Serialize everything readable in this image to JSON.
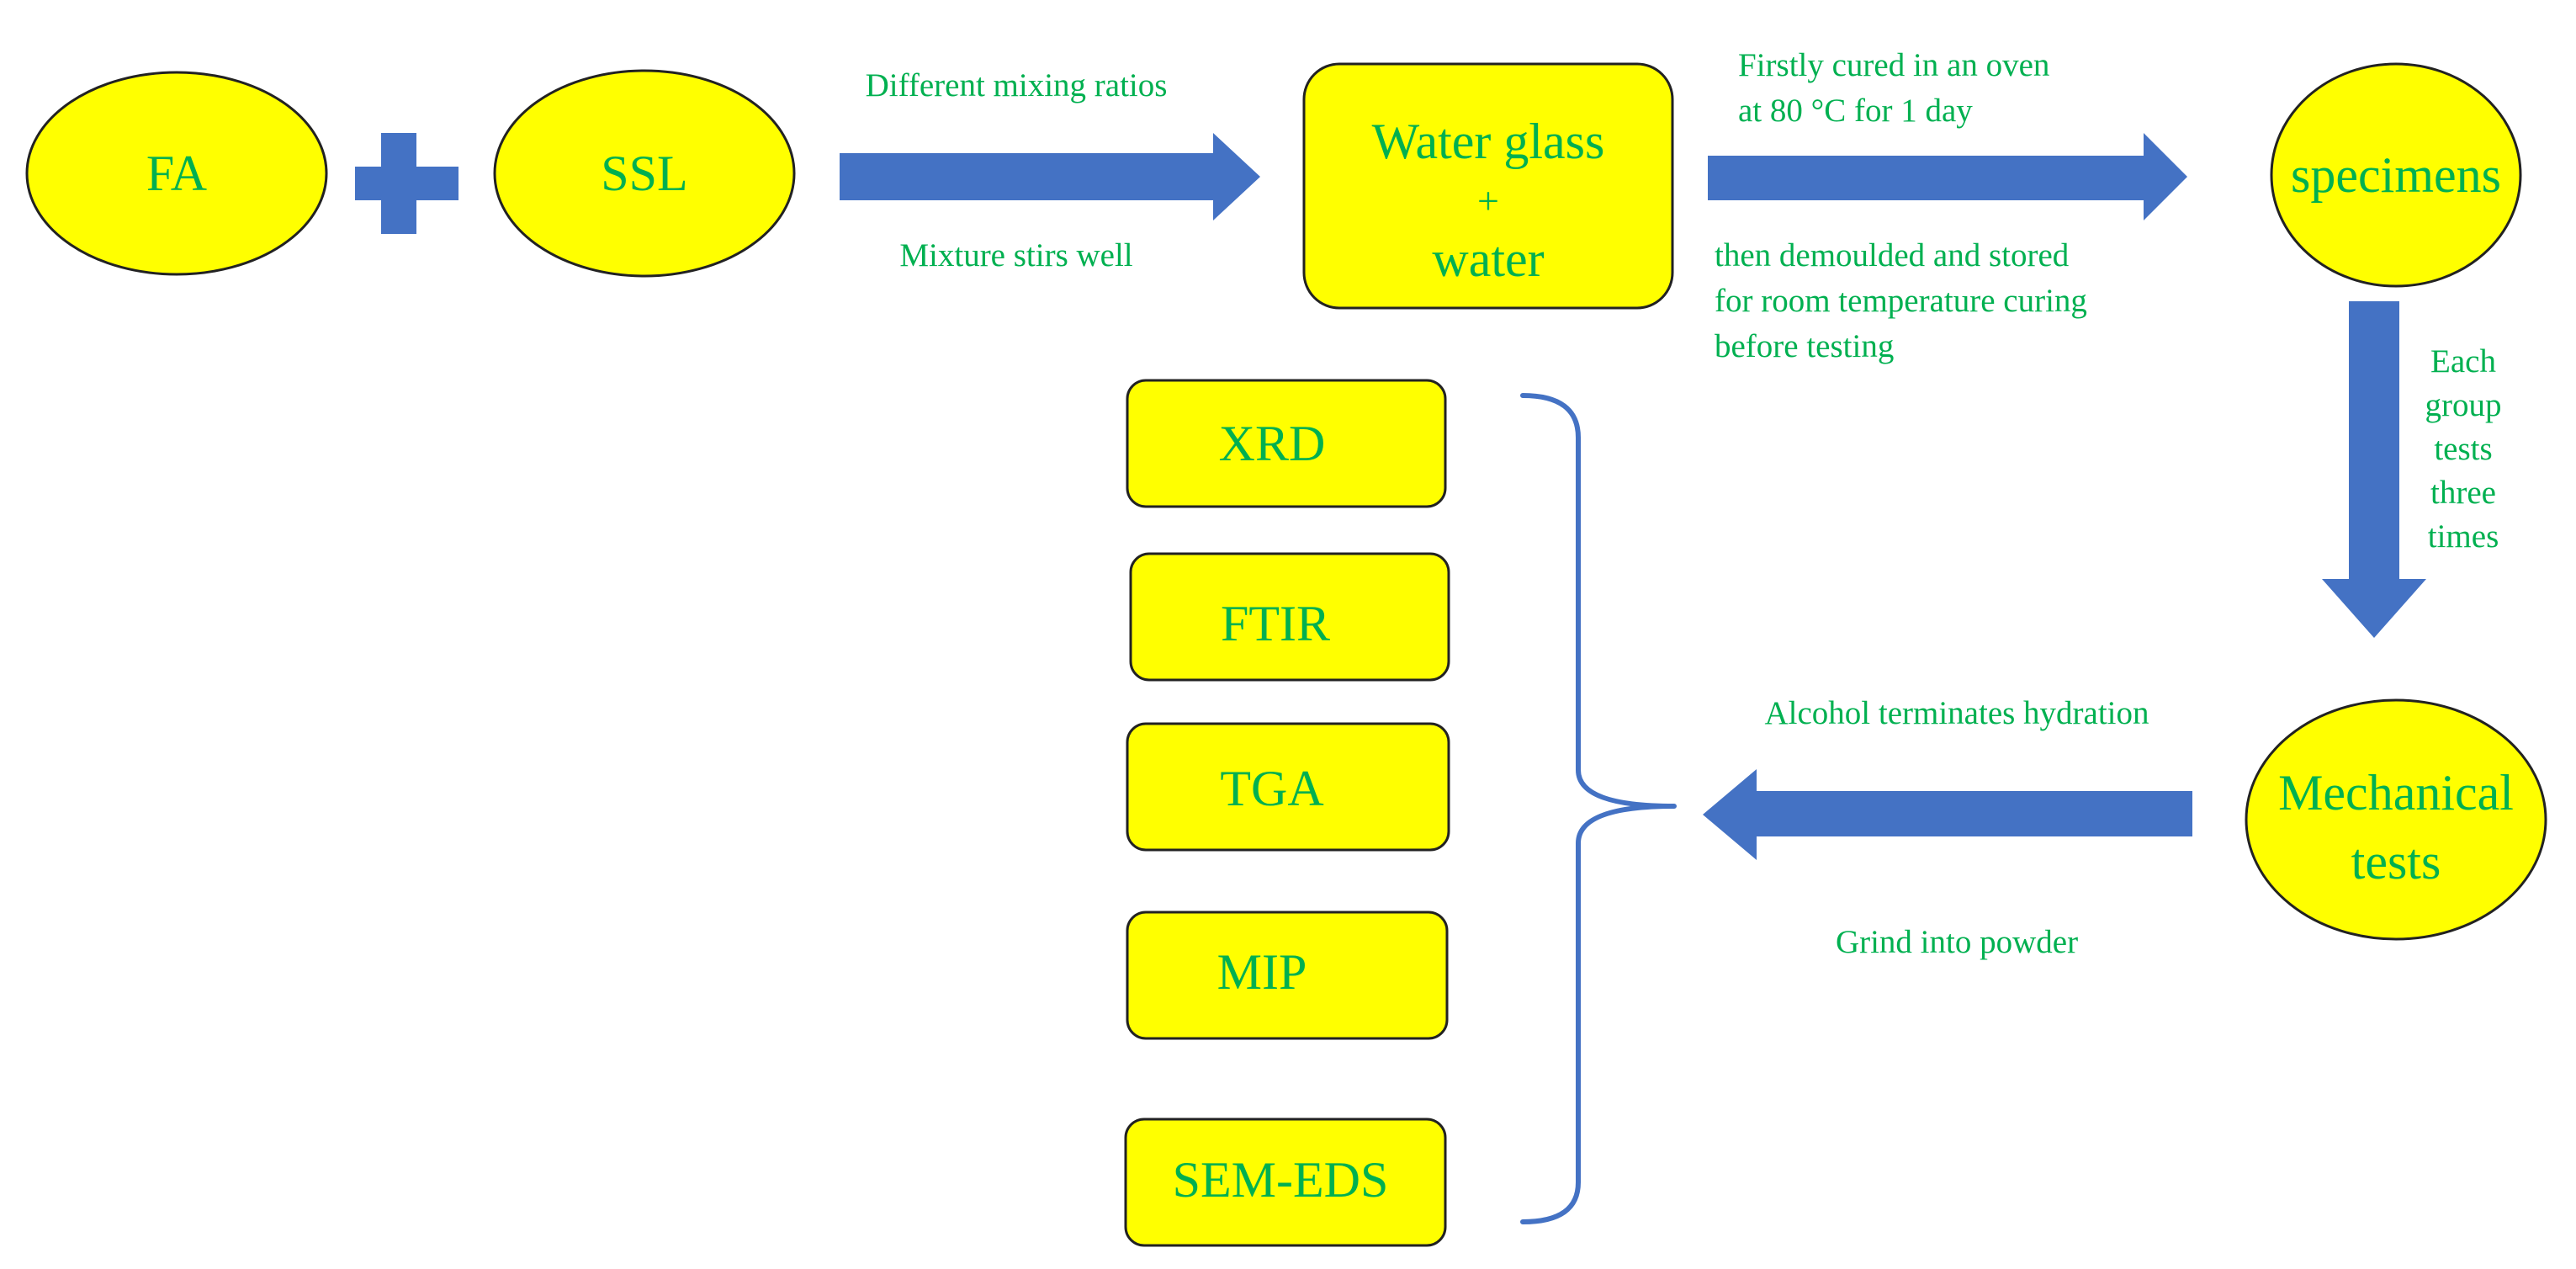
{
  "colors": {
    "node_fill": "#ffff00",
    "node_stroke": "#222222",
    "arrow": "#4472c4",
    "text": "#00b050",
    "background": "#ffffff"
  },
  "nodes": {
    "fa": "FA",
    "ssl": "SSL",
    "water_glass": [
      "Water glass",
      "+",
      "water"
    ],
    "specimens": "specimens",
    "mechanical_tests": [
      "Mechanical",
      "tests"
    ],
    "tests": [
      "XRD",
      "FTIR",
      "TGA",
      "MIP",
      "SEM-EDS"
    ]
  },
  "labels": {
    "mixing_top": "Different mixing ratios",
    "mixing_bottom": "Mixture stirs well",
    "curing_top": [
      "Firstly cured in an oven",
      "at 80 °C for 1 day"
    ],
    "curing_bottom": [
      "then demoulded and stored",
      "for room temperature curing",
      "before testing"
    ],
    "group_tests": [
      "Each",
      "group",
      "tests",
      "three",
      "times"
    ],
    "hydration_top": "Alcohol terminates hydration",
    "hydration_bottom": "Grind into powder"
  }
}
